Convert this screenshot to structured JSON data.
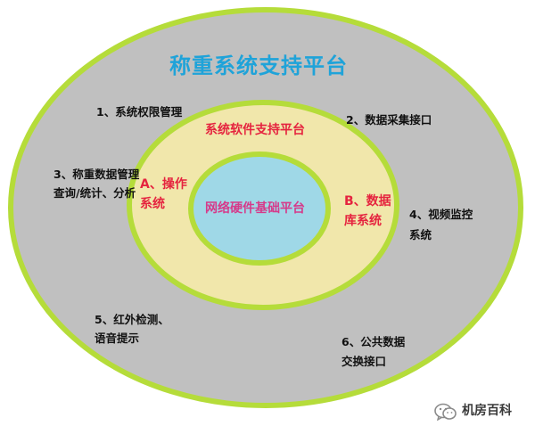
{
  "outer": {
    "title": "称重系统支持平台",
    "items": [
      {
        "line1": "1、系统权限管理",
        "line2": ""
      },
      {
        "line1": "2、数据采集接口",
        "line2": ""
      },
      {
        "line1": "3、称重数据管理",
        "line2": "查询/统计、分析"
      },
      {
        "line1": "4、视频监控",
        "line2": "系统"
      },
      {
        "line1": "5、红外检测、",
        "line2": "语音提示"
      },
      {
        "line1": "6、公共数据",
        "line2": "交换接口"
      }
    ]
  },
  "middle": {
    "title": "系统软件支持平台",
    "item_a": {
      "line1": "A、操作",
      "line2": "系统"
    },
    "item_b": {
      "line1": "B、数据",
      "line2": "库系统"
    }
  },
  "inner": {
    "title": "网络硬件基础平台"
  },
  "watermark": {
    "text": "机房百科",
    "icon": "wechat-icon"
  },
  "colors": {
    "outer_fill": "#c0c0c0",
    "ring_border": "#b5dc3a",
    "middle_fill": "#f1e7ab",
    "inner_fill": "#9fd8e7",
    "title": "#1fa3d9",
    "accent_red": "#e5243f",
    "inner_text": "#d63a8a"
  }
}
